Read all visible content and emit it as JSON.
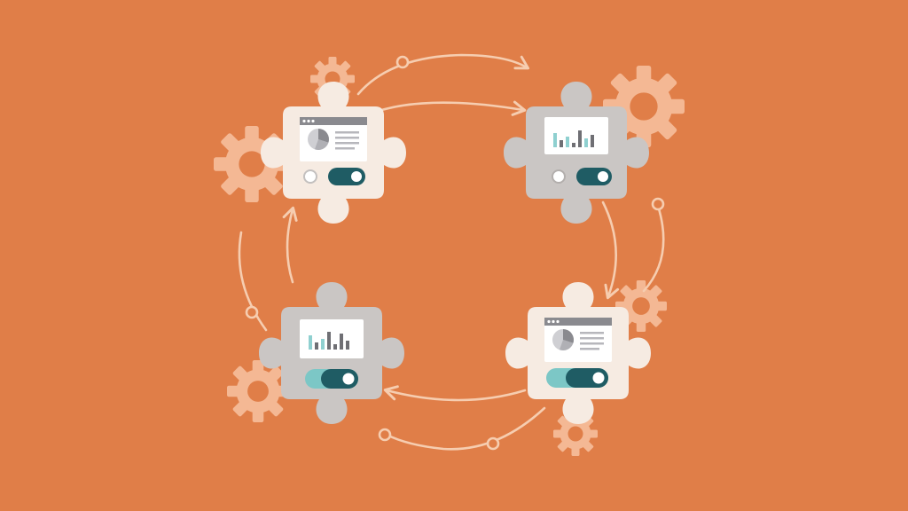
{
  "colors": {
    "background": "#e07e48",
    "connector": "#f6cdb0",
    "gear": "#f4b894",
    "piece_light": "#f6ebe2",
    "piece_grey": "#cac6c4",
    "toggle_track": "#1f5c64",
    "toggle_track_light": "#7cc7c6",
    "chart_bar_teal": "#8fd0d0",
    "chart_bar_grey": "#6f6f74",
    "pie_dark": "#8a8a8f",
    "pie_light": "#cfcfd3"
  },
  "modules": [
    {
      "id": "top-left",
      "style": "light",
      "content": "pie-chart-window",
      "toggle": "on",
      "toggle_variant": "dark"
    },
    {
      "id": "top-right",
      "style": "grey",
      "content": "bar-chart-panel",
      "toggle": "on",
      "toggle_variant": "dark"
    },
    {
      "id": "bottom-left",
      "style": "grey",
      "content": "bar-chart-panel",
      "toggle": "on",
      "toggle_variant": "teal"
    },
    {
      "id": "bottom-right",
      "style": "light",
      "content": "pie-chart-window",
      "toggle": "on",
      "toggle_variant": "teal"
    }
  ],
  "icons": [
    "gear-icon",
    "pie-chart-icon",
    "bar-chart-icon",
    "toggle-switch-icon",
    "arrow-icon",
    "puzzle-piece-icon"
  ]
}
